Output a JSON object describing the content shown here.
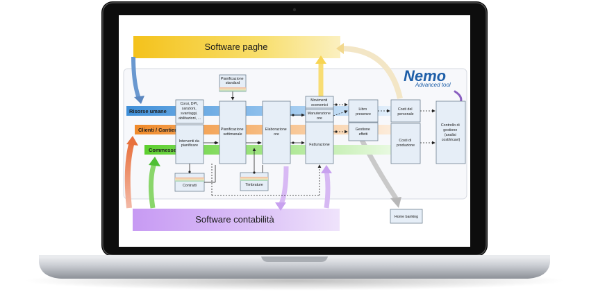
{
  "logo": {
    "name": "Nemo",
    "tagline": "Advanced tool"
  },
  "banners": {
    "top": "Software paghe",
    "bottom": "Software contabilità"
  },
  "bands": {
    "hr": "Risorse umane",
    "clients": "Clienti / Cantieri",
    "orders": "Commesse"
  },
  "boxes": {
    "corsi": [
      "Corsi, DPI,",
      "sanzioni,",
      "svantaggi,",
      "abilitazioni, ..."
    ],
    "pian_standard": [
      "Pianificazione",
      "standard"
    ],
    "interventi": [
      "Interventi da",
      "pianificare"
    ],
    "pian_sett": [
      "Pianificazione",
      "settimanale"
    ],
    "elaborazione": [
      "Elaborazione",
      "ore"
    ],
    "movimenti": [
      "Movimenti",
      "economici"
    ],
    "manutenzione": [
      "Manutenzione",
      "ore"
    ],
    "fatturazione": [
      "Fatturazione"
    ],
    "libro": [
      "Libro",
      "presenze"
    ],
    "effetti": [
      "Gestione",
      "effetti"
    ],
    "costi_personale": [
      "Costi del",
      "personale"
    ],
    "costi_produzione": [
      "Costi di",
      "produzione"
    ],
    "controllo": [
      "Controllo di",
      "gestione",
      "(analisi",
      "costi/ricavi)"
    ],
    "contratti": [
      "Contratti"
    ],
    "timbrature": [
      "Timbrature"
    ],
    "home_banking": [
      "Home banking"
    ]
  }
}
